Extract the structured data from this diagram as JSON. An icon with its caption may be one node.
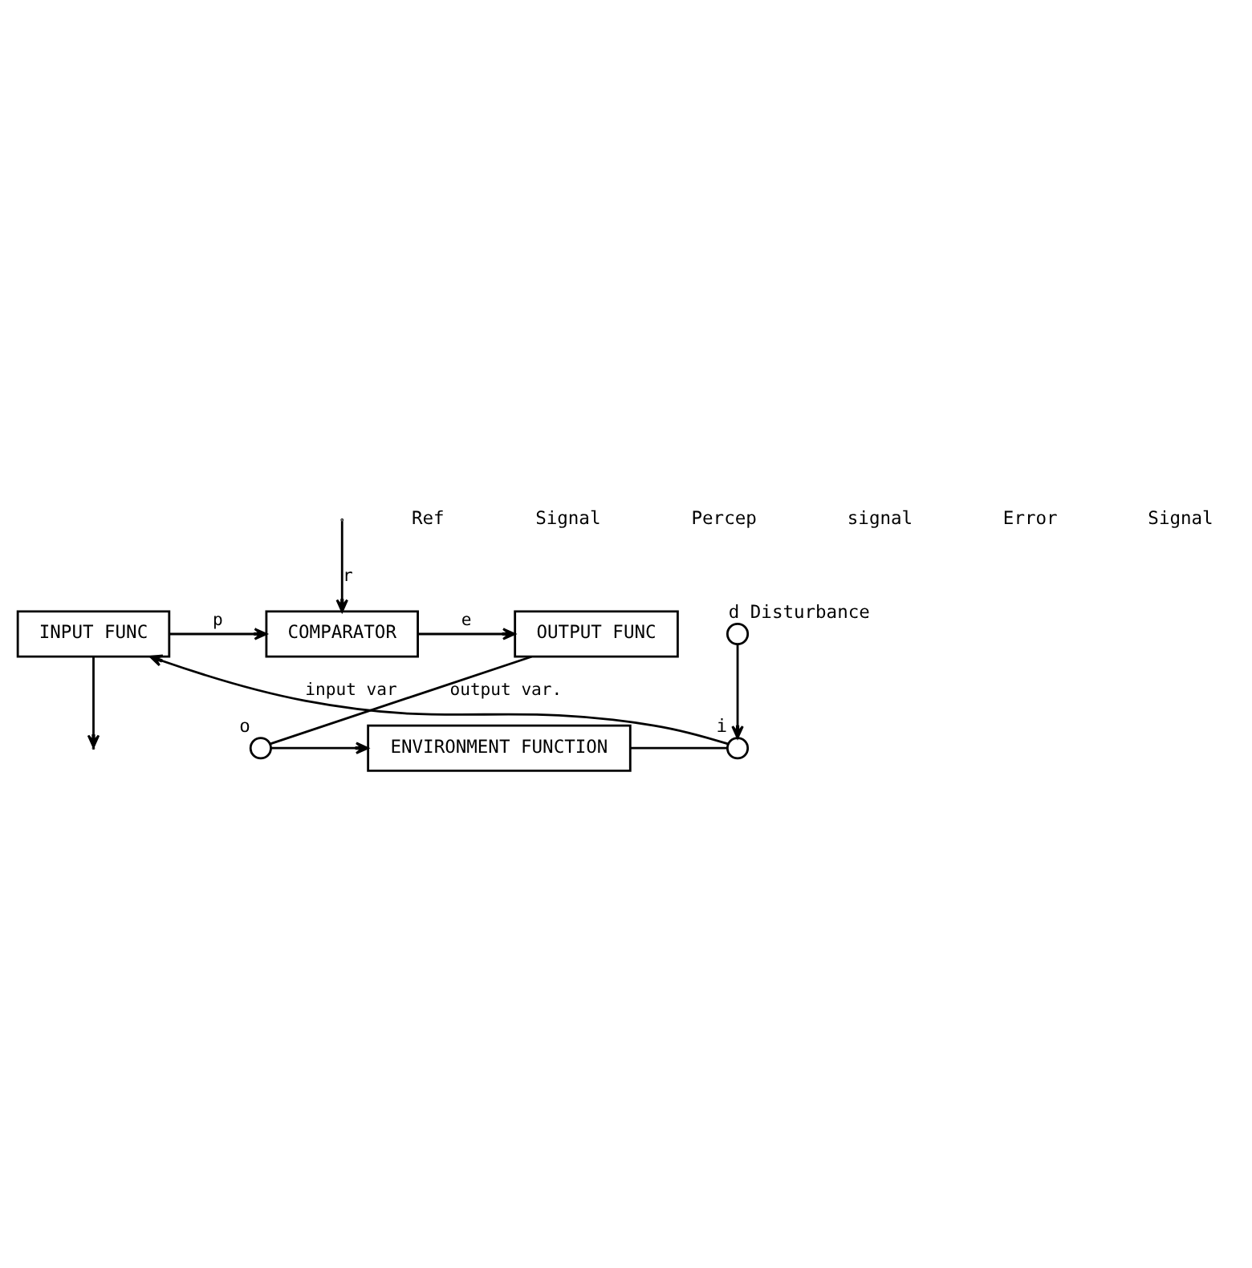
{
  "diagram": {
    "nodes": [
      {
        "text": [
          "COMPARATOR"
        ]
      },
      {
        "text": [
          "INPUT FUNC"
        ]
      },
      {
        "text": [
          "OUTPUT FUNC"
        ]
      },
      {
        "text": [
          "ENVIRONMENT FUNCTION"
        ]
      },
      {
        "text": [],
        "shape": "circle",
        "beside": [
          "i"
        ]
      },
      {
        "text": [],
        "shape": "circle",
        "beside": [
          "o"
        ]
      },
      {
        "text": [],
        "shape": "circle",
        "beside": [
          "d",
          "Disturbance"
        ]
      }
    ],
    "edges": [
      {
        "from": null,
        "to": 0,
        "arrow": "to",
        "label": "r"
      },
      {
        "from": 1,
        "to": 0,
        "arrow": "to",
        "label": "p"
      },
      {
        "from": 1,
        "to": null,
        "arrow": "to"
      },
      {
        "from": 0,
        "to": 2,
        "arrow": "to",
        "label": "e"
      },
      {
        "from": 2,
        "to": 5,
        "arrow": "none",
        "label": "output var."
      },
      {
        "from": 5,
        "to": 3,
        "arrow": "to"
      },
      {
        "from": 3,
        "to": 4,
        "arrow": "none"
      },
      {
        "from": 4,
        "to": 1,
        "arrow": "to",
        "label": "input var"
      },
      {
        "from": 6,
        "to": 4,
        "arrow": "to"
      }
    ],
    "labels": [
      "Ref",
      "Signal",
      "Percep",
      "signal",
      "Error",
      "Signal"
    ]
  }
}
